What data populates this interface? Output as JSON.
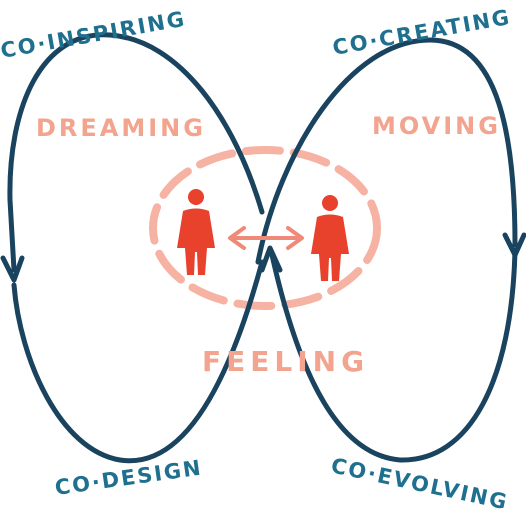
{
  "labels": {
    "co_inspiring": "CO·INSPIRING",
    "co_creating": "CO·CREATING",
    "co_design": "CO·DESIGN",
    "co_evolving": "CO·EVOLVING",
    "dreaming": "DREAMING",
    "moving": "MOVING",
    "feeling": "FEELING"
  },
  "colors": {
    "loop": "#19435e",
    "loop_text": "#1f6f8f",
    "accent_soft": "#f2a48f",
    "ring": "#f6b3a3",
    "person": "#e8412c",
    "arrow": "#f08a78"
  },
  "icons": [
    "person-icon",
    "person-icon",
    "double-arrow-icon"
  ]
}
